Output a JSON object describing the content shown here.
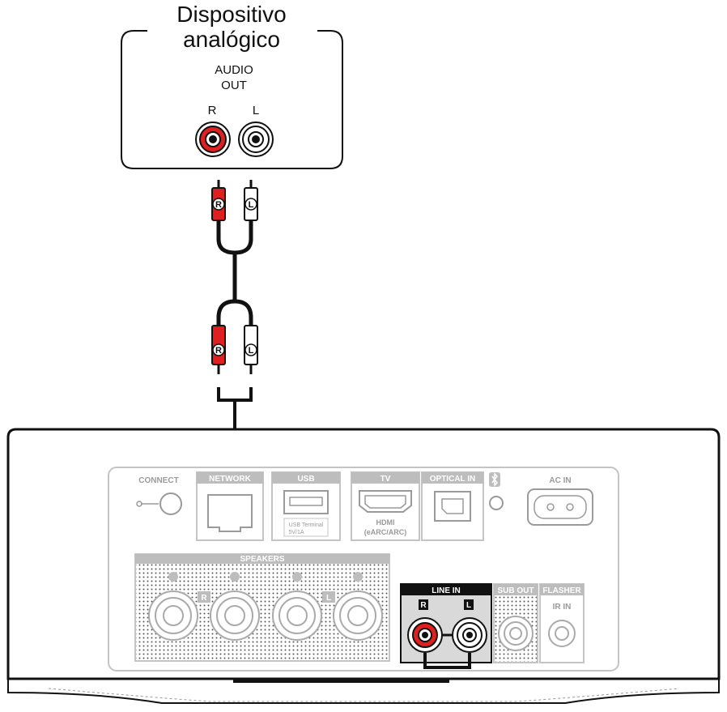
{
  "device": {
    "title_line1": "Dispositivo",
    "title_line2": "analógico",
    "audio_out_line1": "AUDIO",
    "audio_out_line2": "OUT",
    "jack_r": "R",
    "jack_l": "L"
  },
  "cable": {
    "plug_r": "R",
    "plug_l": "L",
    "color_r": "#e02020",
    "color_l": "#ffffff"
  },
  "panel": {
    "connect": "CONNECT",
    "network": "NETWORK",
    "usb": "USB",
    "usb_terminal": "USB Terminal",
    "usb_rating": "5V/1A",
    "tv": "TV",
    "hdmi_line1": "HDMI",
    "hdmi_line2": "(eARC/ARC)",
    "optical_in": "OPTICAL IN",
    "ac_in": "AC IN",
    "speakers": "SPEAKERS",
    "speaker_r": "R",
    "speaker_l": "L",
    "line_in": "LINE IN",
    "line_in_r": "R",
    "line_in_l": "L",
    "sub_out": "SUB OUT",
    "flasher": "FLASHER",
    "ir_in": "IR IN"
  },
  "icons": [
    "bluetooth-icon",
    "rca-plug-icon",
    "rca-jack-icon"
  ],
  "colors": {
    "red": "#e02020",
    "panel_gray": "#bdbdbd",
    "line_in_bg": "#d9d9d9"
  }
}
